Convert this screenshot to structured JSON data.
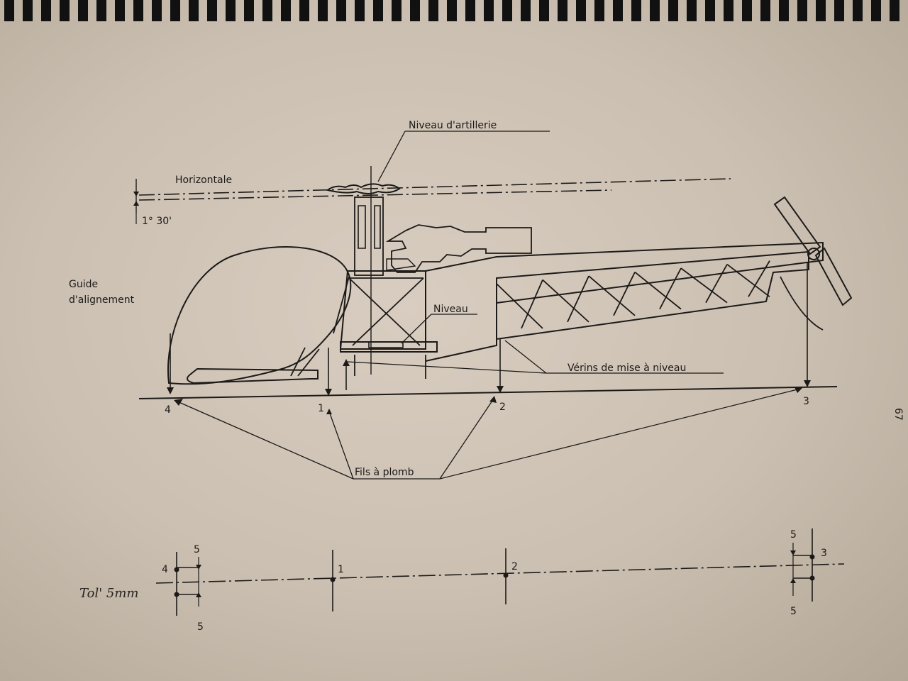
{
  "labels": {
    "niveau_artillerie": "Niveau d'artillerie",
    "horizontale": "Horizontale",
    "angle": "1° 30'",
    "guide_line1": "Guide",
    "guide_line2": "d'alignement",
    "niveau": "Niveau",
    "verins": "Vérins de mise à niveau",
    "fils": "Fils à plomb",
    "page_number": "67"
  },
  "points": {
    "p1": "1",
    "p2": "2",
    "p3": "3",
    "p4": "4"
  },
  "alignment": {
    "tol_handwritten": "Tol' 5mm",
    "p1": "1",
    "p2": "2",
    "p3": "3",
    "p4": "4",
    "tol_left_top": "5",
    "tol_left_bottom": "5",
    "tol_right_top": "5",
    "tol_right_bottom": "5"
  },
  "colors": {
    "paper": "#cbbfb1",
    "ink": "#1c1a18"
  }
}
